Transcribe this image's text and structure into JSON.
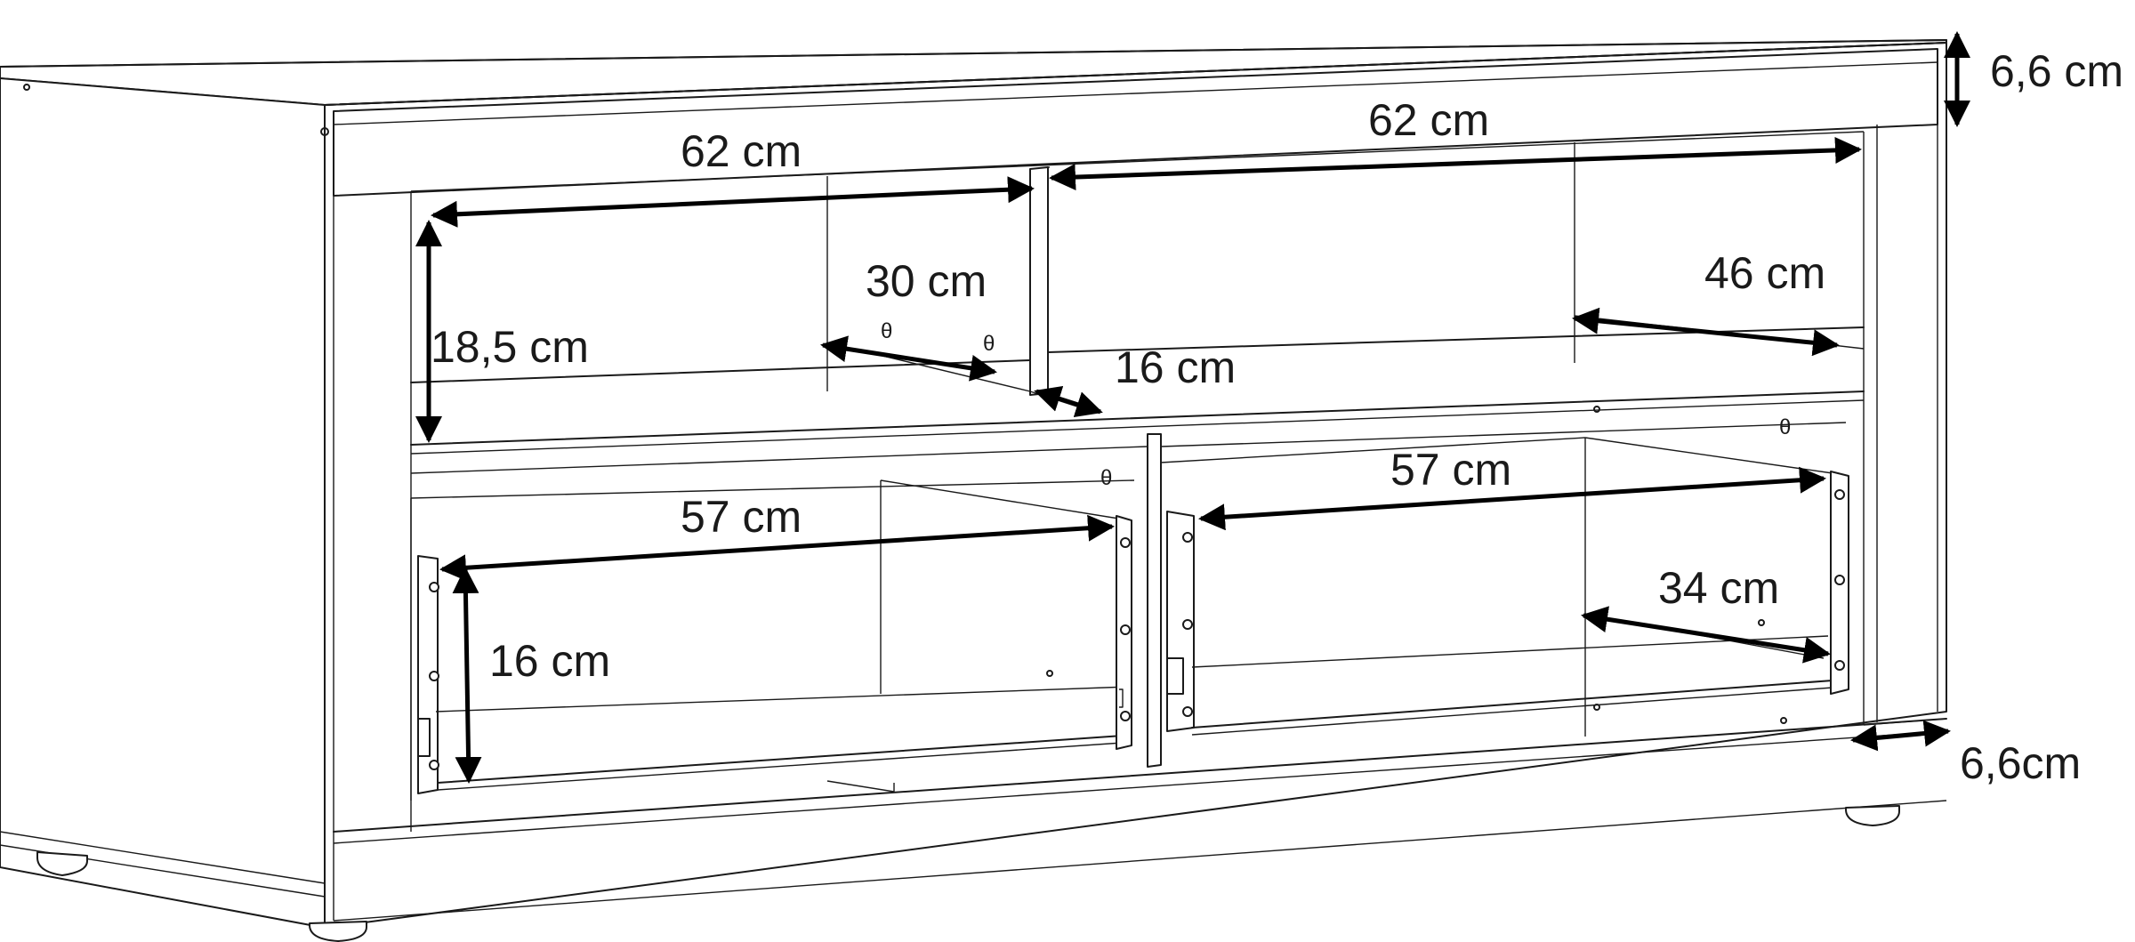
{
  "drawing": {
    "subject": "TV cabinet with two open shelves and two drawers",
    "line_color": "#1a1a1a",
    "background": "#ffffff"
  },
  "dimensions": {
    "top_thickness": "6,6 cm",
    "left_shelf_width": "62 cm",
    "right_shelf_width": "62 cm",
    "shelf_height": "18,5 cm",
    "left_shelf_depth": "30 cm",
    "right_shelf_depth": "46 cm",
    "divider": "16 cm",
    "left_drawer_width": "57 cm",
    "right_drawer_width": "57 cm",
    "drawer_height": "16 cm",
    "drawer_depth": "34 cm",
    "side_thickness": "6,6cm"
  }
}
